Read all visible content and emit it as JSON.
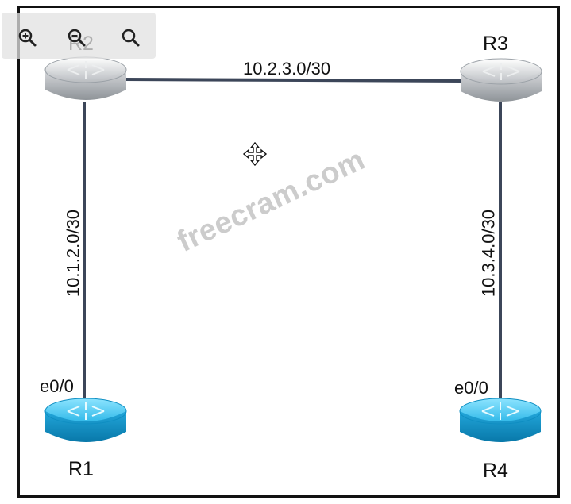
{
  "diagram": {
    "routers": [
      {
        "name": "R1",
        "color": "#1ea7d7"
      },
      {
        "name": "R2",
        "color": "#b8bcc0"
      },
      {
        "name": "R3",
        "color": "#b8bcc0"
      },
      {
        "name": "R4",
        "color": "#1ea7d7"
      }
    ],
    "links": [
      {
        "from": "R2",
        "to": "R3",
        "subnet": "10.2.3.0/30"
      },
      {
        "from": "R2",
        "to": "R1",
        "subnet": "10.1.2.0/30"
      },
      {
        "from": "R3",
        "to": "R4",
        "subnet": "10.3.4.0/30"
      }
    ],
    "interfaces": {
      "r1": "e0/0",
      "r4": "e0/0"
    },
    "watermark": "freecram.com"
  },
  "toolbar": {
    "icons": [
      "zoom-in-icon",
      "zoom-out-icon",
      "search-icon"
    ]
  },
  "colors": {
    "link": "#3c4659",
    "border": "#111111",
    "watermark": "#b9b9b9"
  }
}
